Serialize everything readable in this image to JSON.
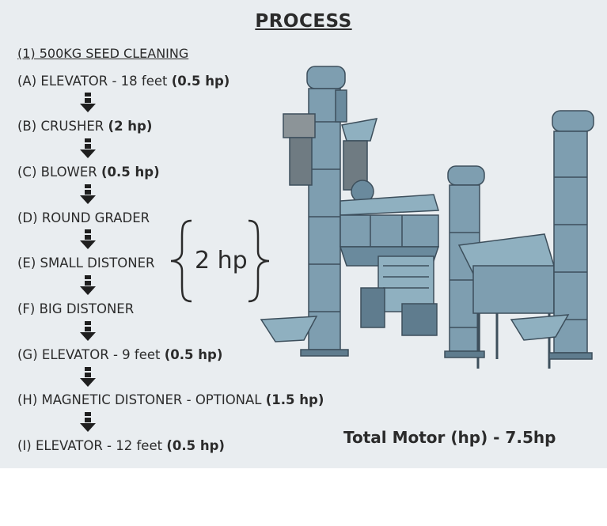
{
  "title": "PROCESS",
  "subtitle": "(1) 500KG SEED CLEANING",
  "steps": [
    {
      "label": "(A) ELEVATOR - 18 feet",
      "power": "(0.5 hp)"
    },
    {
      "label": "(B) CRUSHER",
      "power": "(2 hp)"
    },
    {
      "label": "(C) BLOWER",
      "power": "(0.5 hp)"
    },
    {
      "label": "(D) ROUND GRADER",
      "power": ""
    },
    {
      "label": "(E) SMALL DISTONER",
      "power": ""
    },
    {
      "label": "(F) BIG DISTONER",
      "power": ""
    },
    {
      "label": "(G) ELEVATOR - 9 feet",
      "power": "(0.5 hp)"
    },
    {
      "label": "(H) MAGNETIC DISTONER - OPTIONAL",
      "power": "(1.5 hp)"
    },
    {
      "label": "(I) ELEVATOR - 12 feet",
      "power": "(0.5 hp)"
    }
  ],
  "group_power": "2 hp",
  "total": "Total Motor (hp) - 7.5hp",
  "colors": {
    "background": "#e9edf0",
    "text": "#2b2b2b",
    "machine_fill": "#7e9eb0",
    "machine_dark": "#3d4f5c"
  }
}
